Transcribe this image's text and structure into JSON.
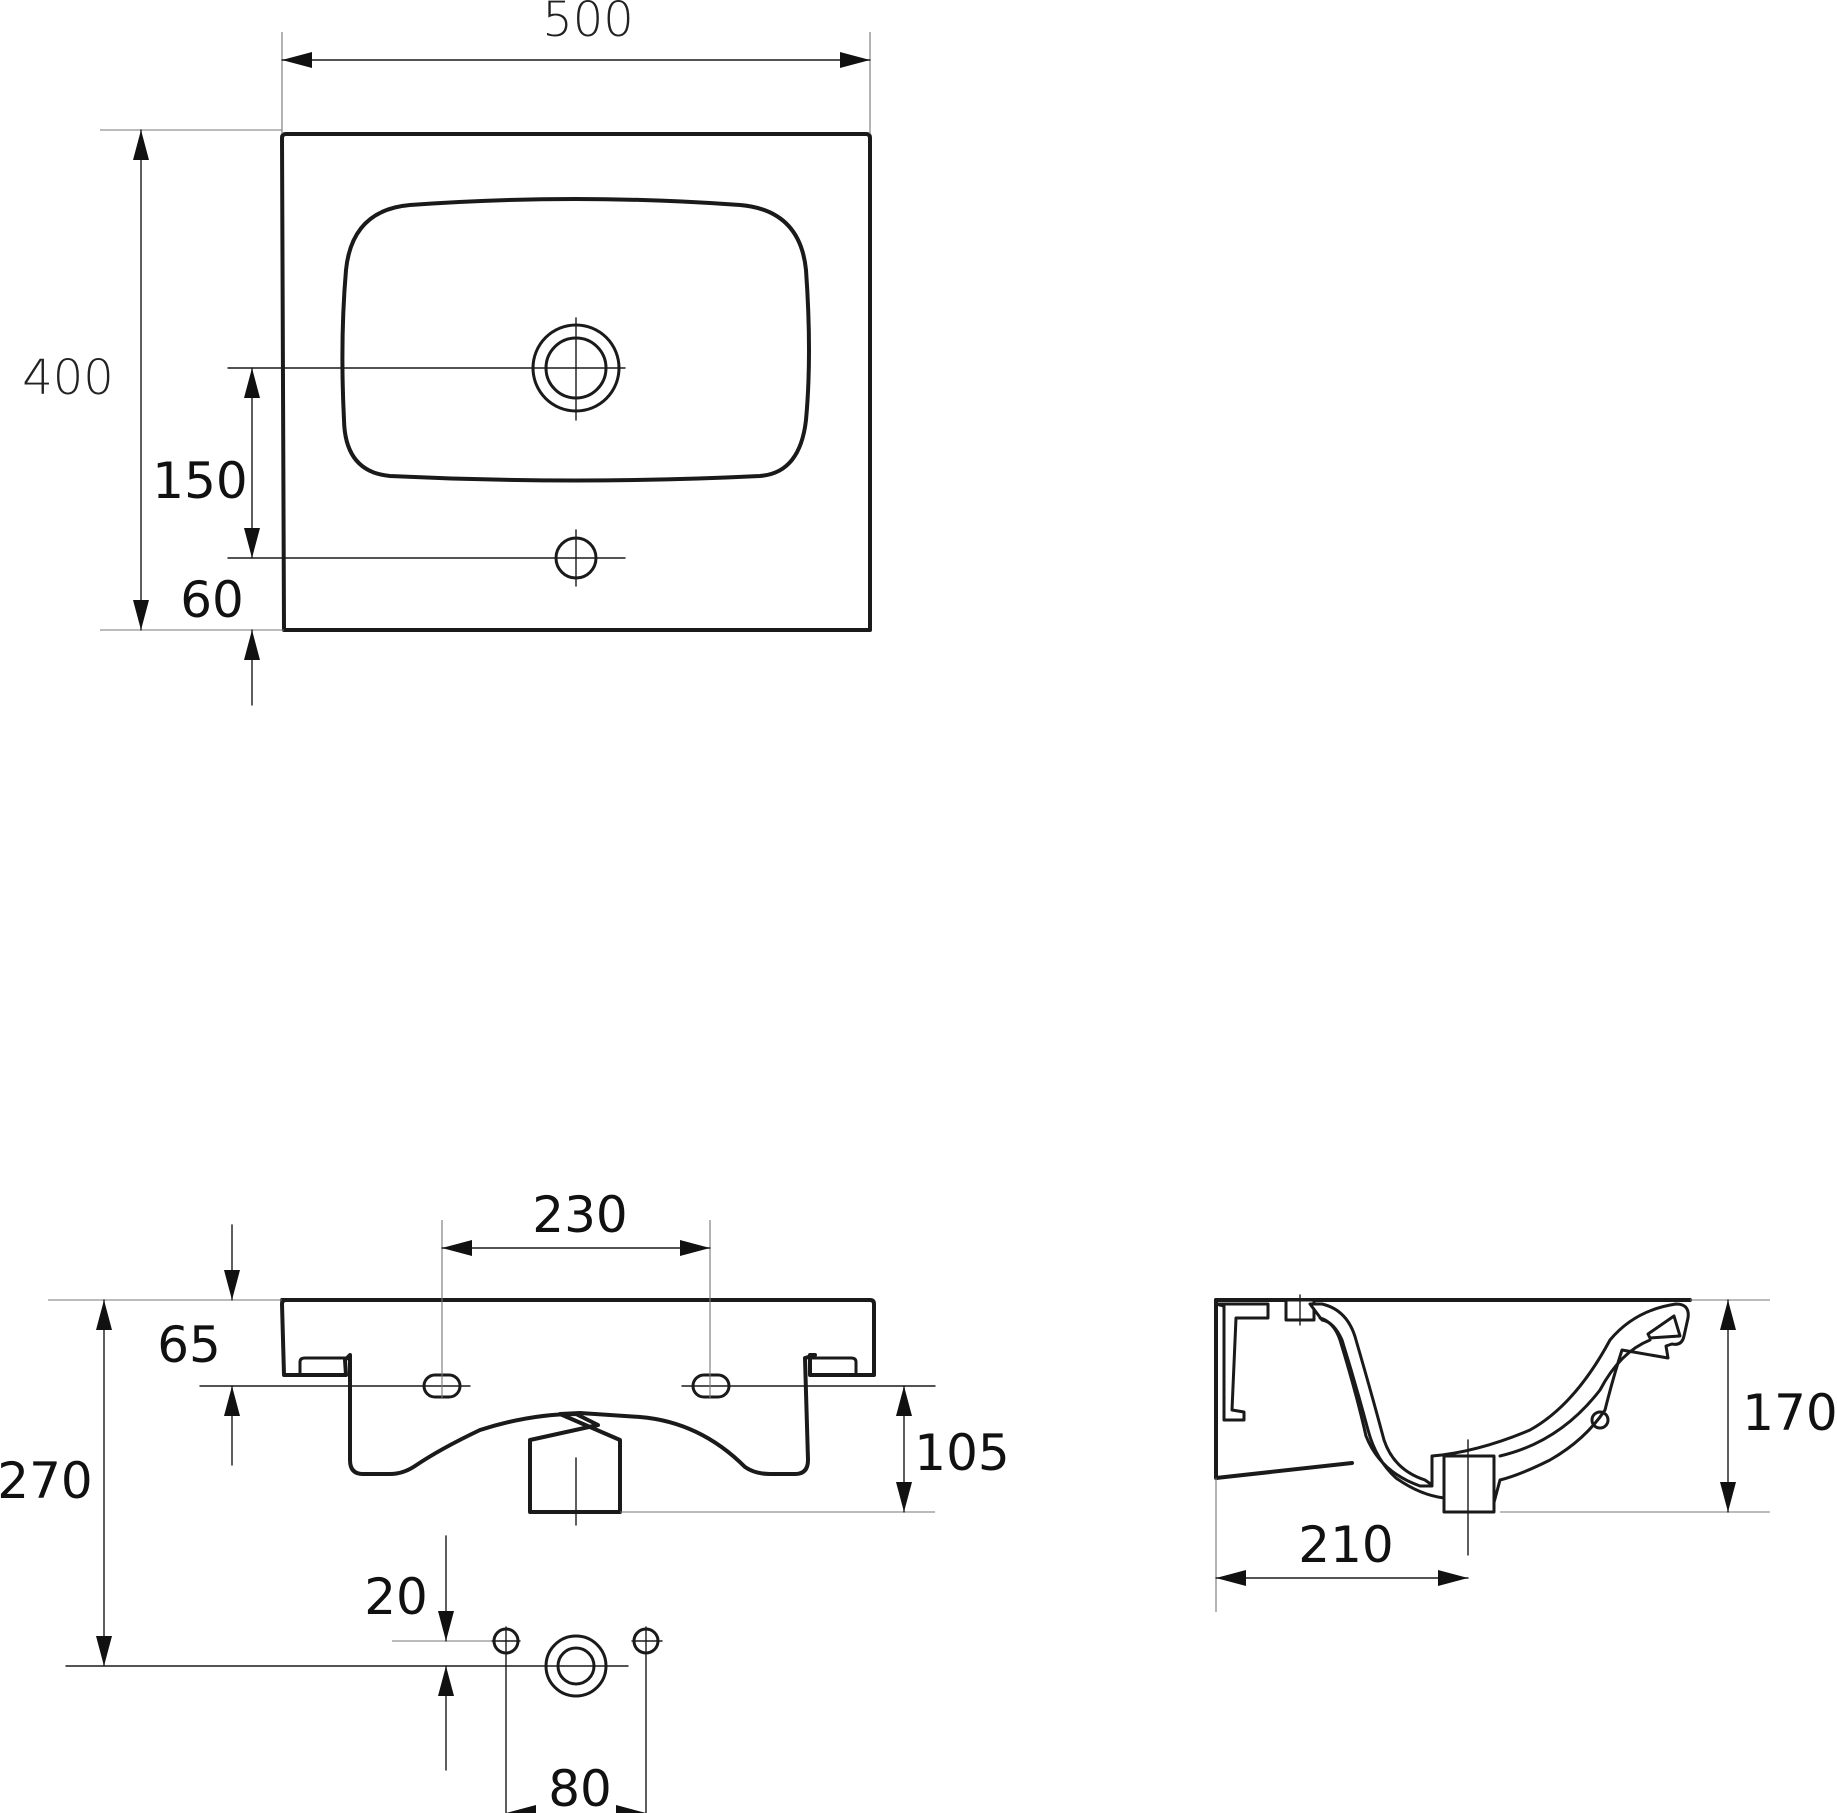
{
  "top_view": {
    "width_label": "500",
    "depth_label": "400",
    "drain_offset_label": "150",
    "tap_hole_offset_label": "60"
  },
  "front_view": {
    "mount_spacing_label": "230",
    "mount_height_label": "65",
    "bowl_depth_label": "105",
    "total_height_label": "270",
    "supply_offset_label": "20",
    "supply_spacing_label": "80"
  },
  "side_view": {
    "height_label": "170",
    "drain_distance_label": "210"
  }
}
